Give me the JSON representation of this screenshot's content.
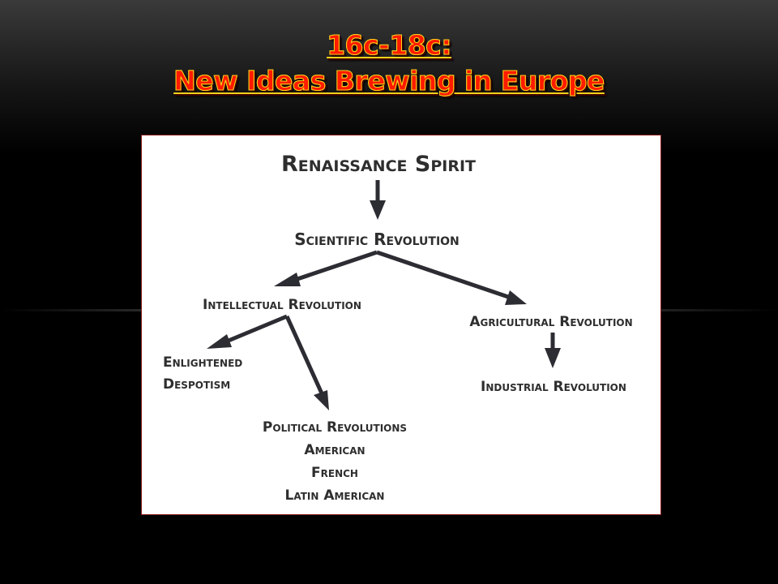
{
  "slide": {
    "title_line1": "16c-18c:",
    "title_line2": "New Ideas Brewing in Europe",
    "title_color": "#ff1a00",
    "title_outline_color": "#ffd21a"
  },
  "diagram": {
    "nodes": {
      "renaissance": "Renaissance Spirit",
      "scientific": "Scientific Revolution",
      "intellectual": "Intellectual Revolution",
      "agricultural": "Agricultural Revolution",
      "enlightened_1": "Enlightened",
      "enlightened_2": "Despotism",
      "industrial": "Industrial Revolution",
      "political_1": "Political Revolutions",
      "political_2": "American",
      "political_3": "French",
      "political_4": "Latin American"
    },
    "edges": [
      {
        "from": "renaissance",
        "to": "scientific"
      },
      {
        "from": "scientific",
        "to": "intellectual"
      },
      {
        "from": "scientific",
        "to": "agricultural"
      },
      {
        "from": "intellectual",
        "to": "enlightened"
      },
      {
        "from": "intellectual",
        "to": "political"
      },
      {
        "from": "agricultural",
        "to": "industrial"
      }
    ]
  }
}
